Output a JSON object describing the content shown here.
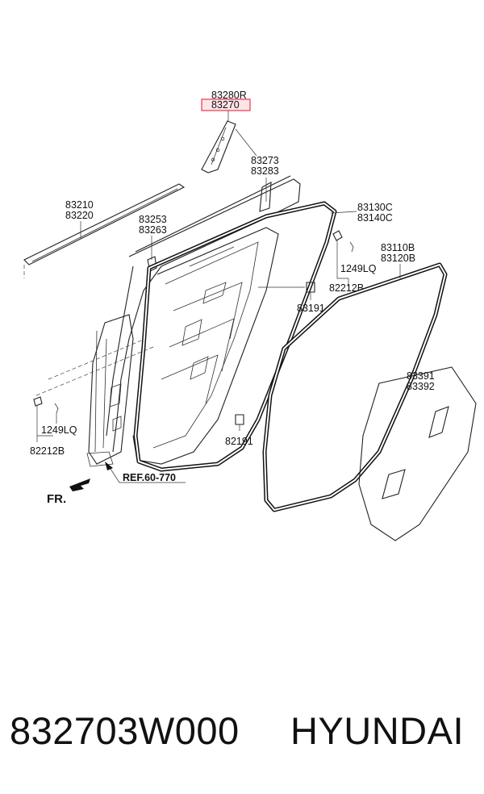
{
  "labels": {
    "p83280R": "83280R",
    "p83270": "83270",
    "p83273": "83273",
    "p83283": "83283",
    "p83210": "83210",
    "p83220": "83220",
    "p83253": "83253",
    "p83263": "83263",
    "p83130C": "83130C",
    "p83140C": "83140C",
    "p83110B": "83110B",
    "p83120B": "83120B",
    "p1249LQ_right": "1249LQ",
    "p82212B_right": "82212B",
    "p83191": "83191",
    "p83391": "83391",
    "p83392": "83392",
    "p1249LQ_left": "1249LQ",
    "p82212B_left": "82212B",
    "p82191": "82191",
    "ref": "REF.60-770",
    "fr": "FR."
  },
  "highlight_color": "#e8384f",
  "footer": {
    "part_number": "832703W000",
    "brand": "HYUNDAI"
  }
}
